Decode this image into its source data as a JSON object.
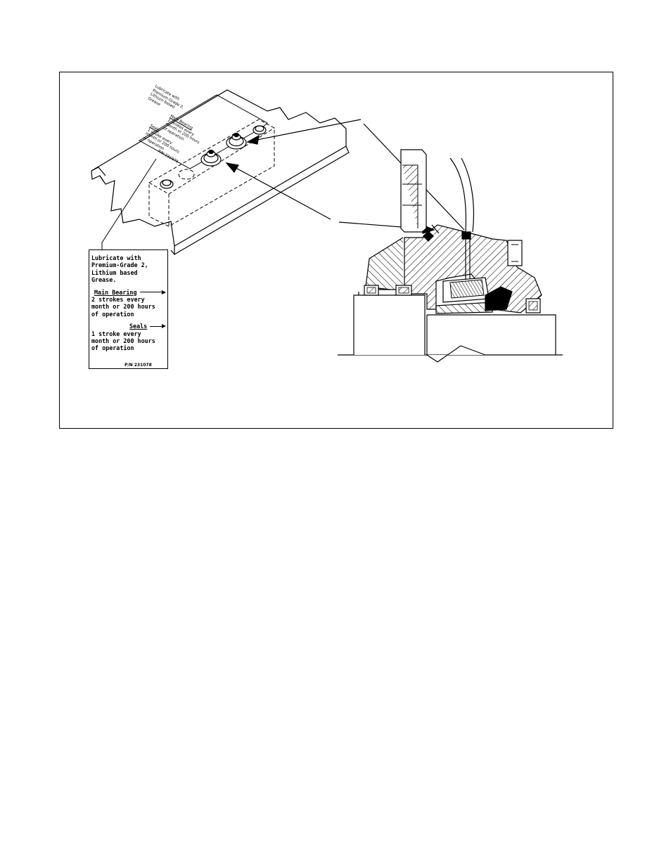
{
  "decal": {
    "line1": "Lubricate with",
    "line2": "Premium-Grade 2,",
    "line3": "Lithium based",
    "line4": "Grease.",
    "main_bearing_heading": "Main Bearing",
    "main_bearing_line1": "2 strokes every",
    "main_bearing_line2": "month or 200 hours",
    "main_bearing_line3": "of operation",
    "seals_heading": "Seals",
    "seals_line1": "1 stroke every",
    "seals_line2": "month or 200 hours",
    "seals_line3": "of operation",
    "part_number": "P/N  231078"
  },
  "rotated_decal": {
    "line1": "Lubricate with",
    "line2": "Premium-Grade 2,",
    "line3": "Lithium based",
    "line4": "Grease",
    "line5": "Main Bearing",
    "line6": "2 strokes every",
    "line7": "month or 200 hours",
    "line8": "of operation",
    "line9": "Seals",
    "line10": "1 stroke every",
    "line11": "month or 200 hours",
    "line12": "of operation",
    "line13": "P/N 231078"
  }
}
